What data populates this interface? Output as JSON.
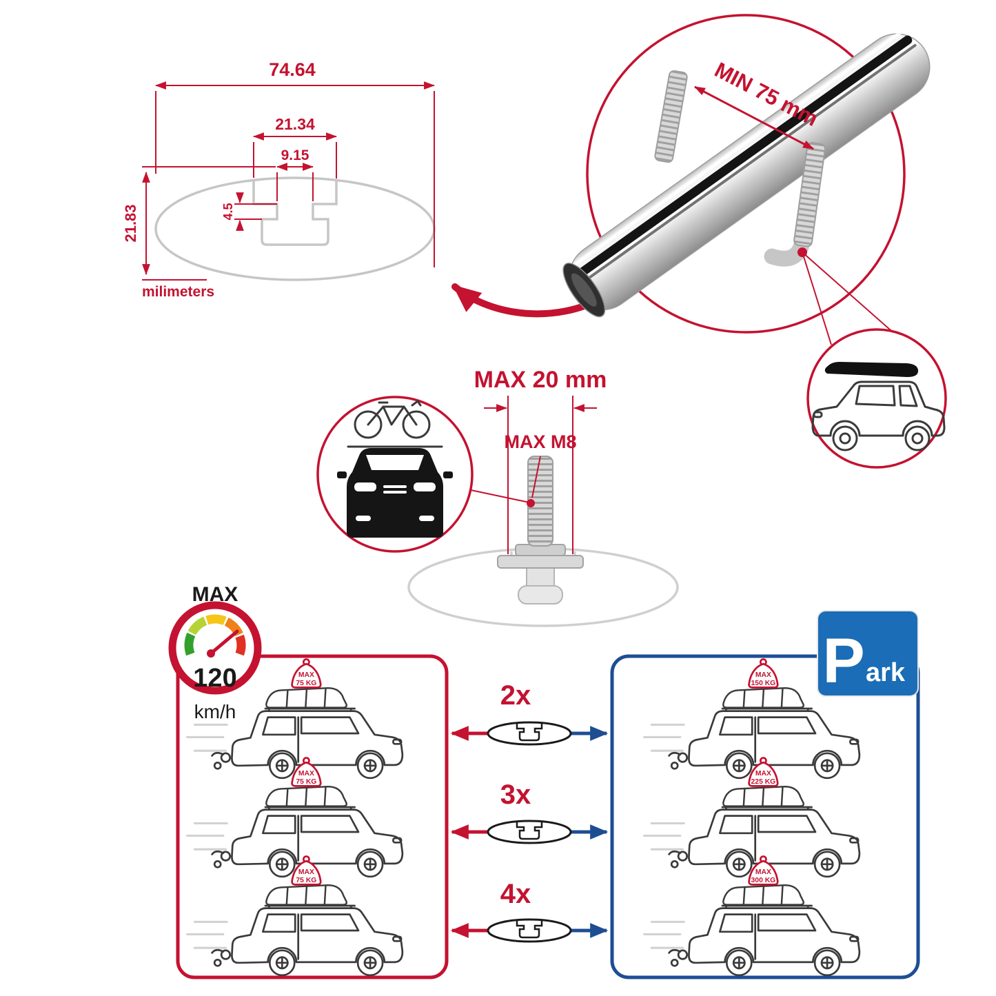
{
  "colors": {
    "red": "#c41230",
    "blue": "#1d4e94",
    "park_blue": "#1a6db6",
    "gray_line": "#c6c6c6",
    "dark": "#1a1a1a",
    "silver": "#d9d9d9"
  },
  "cross_section": {
    "overall_width": "74.64",
    "slot_outer_width": "21.34",
    "slot_inner_width": "9.15",
    "slot_depth": "4.5",
    "overall_height": "21.83",
    "units": "milimeters"
  },
  "bar_detail": {
    "min_clamp": "MIN 75 mm"
  },
  "bolt_detail": {
    "max_length": "MAX 20 mm",
    "max_thread": "MAX M8"
  },
  "speed_limit": {
    "label": "MAX",
    "value": "120",
    "units": "km/h"
  },
  "park_sign": {
    "initial": "P",
    "rest": "ark"
  },
  "load_table": {
    "multipliers": [
      "2x",
      "3x",
      "4x"
    ],
    "driving": [
      {
        "badge": "MAX",
        "weight": "75 KG"
      },
      {
        "badge": "MAX",
        "weight": "75 KG"
      },
      {
        "badge": "MAX",
        "weight": "75 KG"
      }
    ],
    "parked": [
      {
        "badge": "MAX",
        "weight": "150 KG"
      },
      {
        "badge": "MAX",
        "weight": "225 KG"
      },
      {
        "badge": "MAX",
        "weight": "300 KG"
      }
    ]
  },
  "icons": {
    "speedometer": "speed-gauge-arc",
    "parking_sign": "blue-square-P",
    "bicycle": "bike-line-art",
    "car_front": "car-front-silhouette",
    "suv_side": "suv-line-art",
    "roof_cargo": "soft-bag-line-art",
    "crossbar_section": "aero-bar-cross-section",
    "t_bolt": "threaded-stud-with-t-nut",
    "crossbar": "aluminum-aero-crossbar"
  }
}
